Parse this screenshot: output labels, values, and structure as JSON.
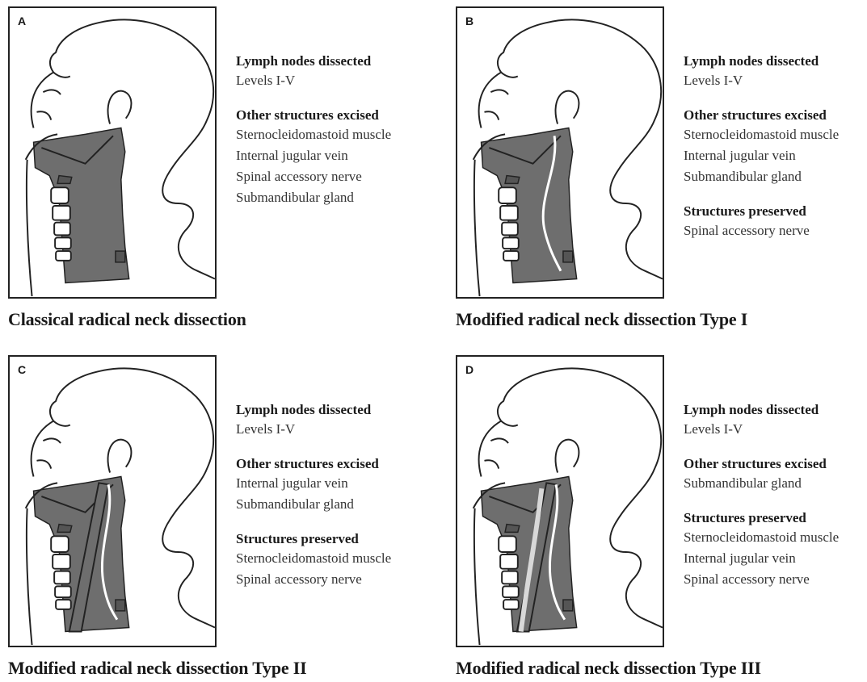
{
  "panels": [
    {
      "letter": "A",
      "caption": "Classical radical neck dissection",
      "sections": [
        {
          "heading": "Lymph nodes dissected",
          "items": [
            "Levels I-V"
          ]
        },
        {
          "heading": "Other structures excised",
          "items": [
            "Sternocleidomastoid muscle",
            "Internal jugular vein",
            "Spinal accessory nerve",
            "Submandibular gland"
          ]
        }
      ]
    },
    {
      "letter": "B",
      "caption": "Modified radical neck dissection Type I",
      "sections": [
        {
          "heading": "Lymph nodes dissected",
          "items": [
            "Levels I-V"
          ]
        },
        {
          "heading": "Other structures excised",
          "items": [
            "Sternocleidomastoid muscle",
            "Internal jugular vein",
            "Submandibular gland"
          ]
        },
        {
          "heading": "Structures preserved",
          "items": [
            "Spinal accessory nerve"
          ]
        }
      ]
    },
    {
      "letter": "C",
      "caption": "Modified radical neck dissection Type II",
      "sections": [
        {
          "heading": "Lymph nodes dissected",
          "items": [
            "Levels I-V"
          ]
        },
        {
          "heading": "Other structures excised",
          "items": [
            "Internal jugular vein",
            "Submandibular gland"
          ]
        },
        {
          "heading": "Structures preserved",
          "items": [
            "Sternocleidomastoid muscle",
            "Spinal accessory nerve"
          ]
        }
      ]
    },
    {
      "letter": "D",
      "caption": "Modified radical neck dissection Type III",
      "sections": [
        {
          "heading": "Lymph nodes dissected",
          "items": [
            "Levels I-V"
          ]
        },
        {
          "heading": "Other structures excised",
          "items": [
            "Submandibular gland"
          ]
        },
        {
          "heading": "Structures preserved",
          "items": [
            "Sternocleidomastoid muscle",
            "Internal jugular vein",
            "Spinal accessory nerve"
          ]
        }
      ]
    }
  ],
  "colors": {
    "dissected_region": "#6e6e6e",
    "preserved_structure": "#ffffff",
    "outline": "#222222"
  }
}
